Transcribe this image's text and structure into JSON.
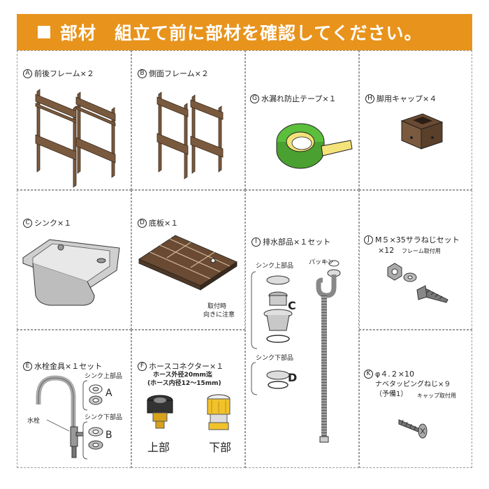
{
  "header": {
    "title": "部材　組立て前に部材を確認してください。"
  },
  "parts": {
    "A": {
      "letter": "A",
      "label": "前後フレーム×２"
    },
    "B": {
      "letter": "B",
      "label": "側面フレーム×２"
    },
    "G": {
      "letter": "G",
      "label": "水漏れ防止テープ×１"
    },
    "H": {
      "letter": "H",
      "label": "脚用キャップ×４"
    },
    "C": {
      "letter": "C",
      "label": "シンク×１"
    },
    "D": {
      "letter": "D",
      "label": "底板×１",
      "note1": "取付時",
      "note2": "向きに注意"
    },
    "I": {
      "letter": "I",
      "label": "排水部品×１セット",
      "sink_upper": "シンク上部品",
      "packing": "パッキン",
      "sink_lower": "シンク下部品",
      "tag_c": "C",
      "tag_d": "D"
    },
    "J": {
      "letter": "J",
      "label": "M５×35サラねじセット",
      "sub": "×12",
      "sub_note": "フレーム取付用"
    },
    "E": {
      "letter": "E",
      "label": "水栓金具×１セット",
      "sink_upper": "シンク上部品",
      "sink_lower": "シンク下部品",
      "faucet": "水栓",
      "tag_a": "A",
      "tag_b": "B"
    },
    "F": {
      "letter": "F",
      "label": "ホースコネクター×１",
      "note1": "ホース外径20mm迄",
      "note2": "(ホース内径12～15mm)",
      "upper": "上部",
      "lower": "下部"
    },
    "K": {
      "letter": "K",
      "label": "φ４.２×10",
      "sub1": "ナベタッピングねじ×９",
      "sub2": "（予備1）",
      "sub_note": "キャップ取付用"
    }
  },
  "colors": {
    "accent": "#E8931C",
    "wood": "#7A5A3E",
    "wood_dark": "#4E3826",
    "tape_green": "#5BBF3C",
    "tape_yellow": "#F4E27A"
  }
}
